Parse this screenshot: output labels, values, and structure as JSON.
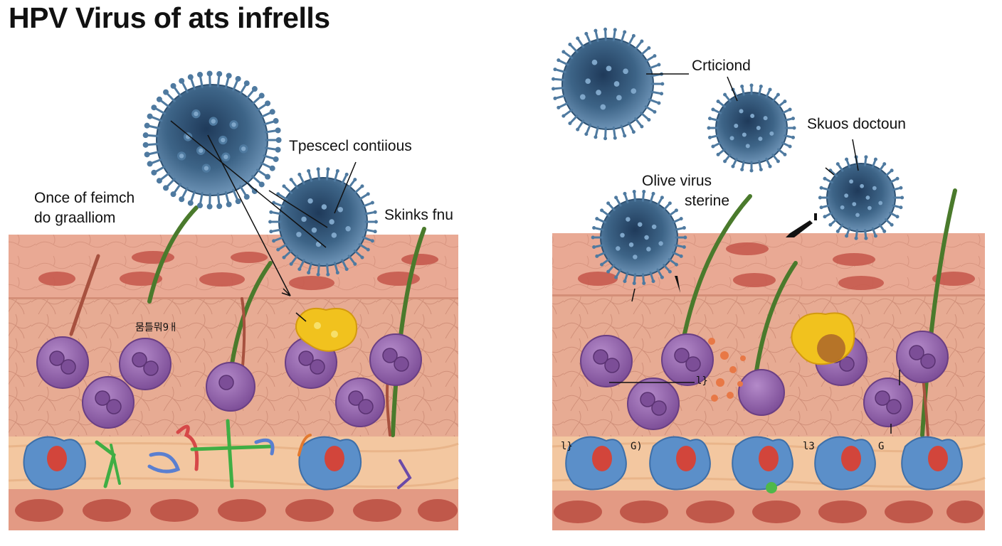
{
  "title": "HPV Virus of ats infrells",
  "labels": {
    "left_top_right": "Tpescecl contiious",
    "left_side_line1": "Once of feimch",
    "left_side_line2": "do graalliom",
    "left_right_side": "Skinks fnu",
    "left_inner_code": "뭄틀뭐9ㅐ",
    "right_top": "Crticiond",
    "right_upper_right": "Skuos doctoun",
    "right_middle_line1": "Olive virus",
    "right_middle_line2": "sterine",
    "right_box_a": "l}",
    "right_box_b": "l}",
    "right_box_c": "G)",
    "right_box_d": "l3",
    "right_box_e": "G"
  },
  "colors": {
    "virus_body": "#3d6487",
    "virus_spike": "#4f7aa0",
    "skin_top": "#e8a792",
    "skin_side": "#e7ab93",
    "dermis_band": "#f3c7a0",
    "vessel": "#c65a4e",
    "cell_purple": "#8a5aa4",
    "blue_cell": "#5b8fc9",
    "hair": "#4a7a2c",
    "yellow_blob": "#f1c21e"
  }
}
